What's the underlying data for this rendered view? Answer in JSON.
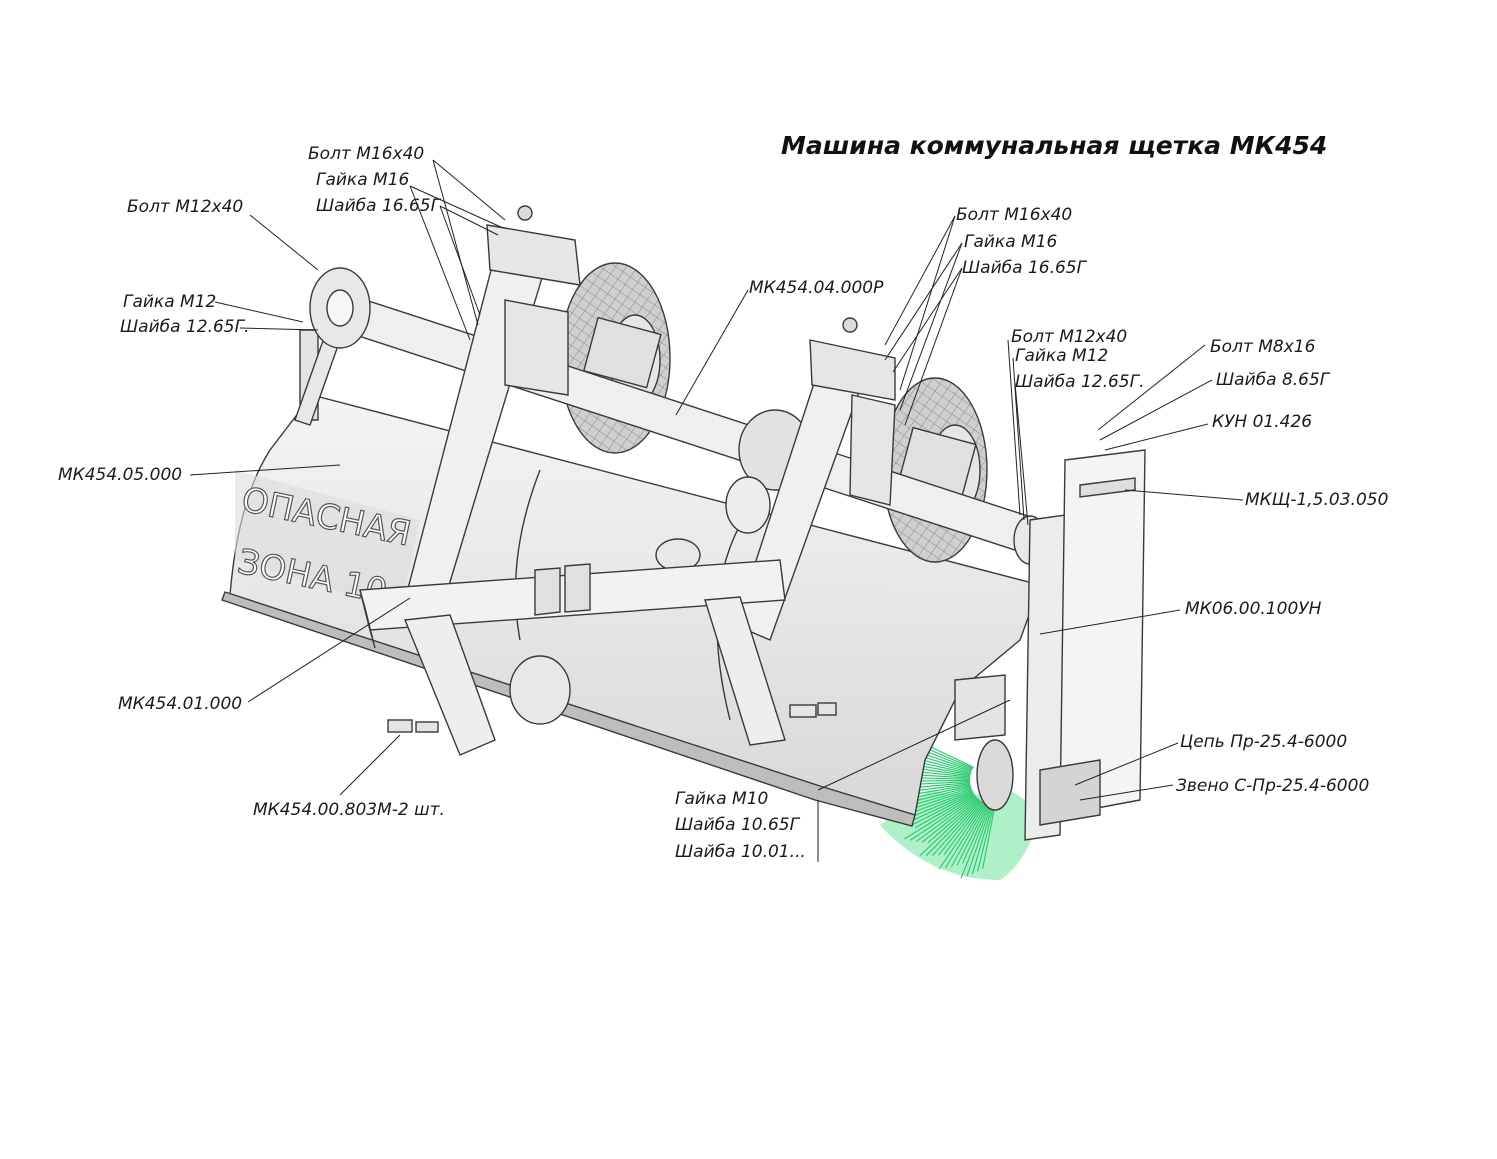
{
  "title": "Машина коммунальная щетка МК454",
  "hazard_text": {
    "line1": "ОПАСНАЯ",
    "line2": "ЗОНА 10"
  },
  "colors": {
    "metal": "#ececec",
    "metal_dark": "#c9c9c9",
    "edge": "#3a3a3a",
    "brush": "#2ecc71",
    "tire": "#bdbdbd",
    "text": "#1a1a1a"
  },
  "callouts": {
    "bolt_m12x40_left": "Болт М12х40",
    "nut_m12_left": "Гайка М12",
    "washer_1265_left": "Шайба 12.65Г.",
    "bolt_m16x40_left": "Болт М16х40",
    "nut_m16_left": "Гайка М16",
    "washer_1665_left": "Шайба 16.65Г",
    "shaft_assembly": "МК454.04.000Р",
    "bolt_m16x40_right": "Болт М16х40",
    "nut_m16_right": "Гайка М16",
    "washer_1665_right": "Шайба 16.65Г",
    "bolt_m12x40_right": "Болт М12х40",
    "nut_m12_right": "Гайка М12",
    "washer_1265_right": "Шайба 12.65Г.",
    "bolt_m8x16": "Болт М8х16",
    "washer_865": "Шайба 8.65Г",
    "kun": "КУН 01.426",
    "side_bracket": "МКЩ-1,5.03.050",
    "housing": "МК454.05.000",
    "side_guard": "МК06.00.100УН",
    "frame": "МК454.01.000",
    "pin": "МК454.00.803М-2 шт.",
    "nut_m10": "Гайка М10",
    "washer_1065": "Шайба 10.65Г",
    "washer_1001": "Шайба 10.01...",
    "chain": "Цепь Пр-25.4-6000",
    "link": "Звено С-Пр-25.4-6000"
  }
}
